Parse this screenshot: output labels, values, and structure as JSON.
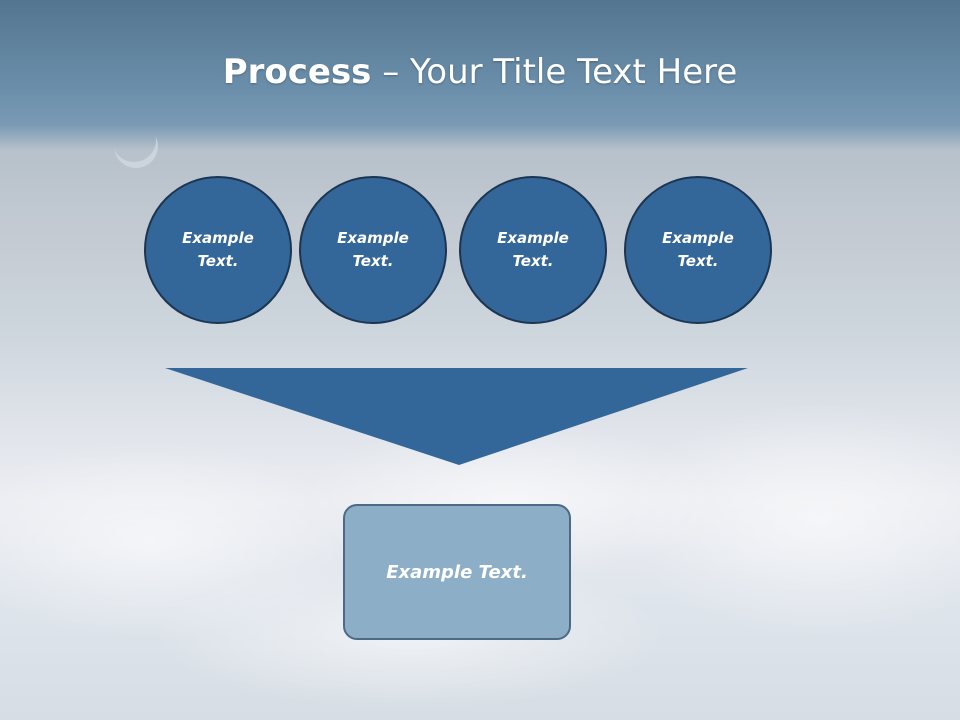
{
  "slide": {
    "title_bold": "Process",
    "title_rest": " – Your Title Text Here"
  },
  "process_steps": [
    {
      "label": "Example Text."
    },
    {
      "label": "Example Text."
    },
    {
      "label": "Example Text."
    },
    {
      "label": "Example Text."
    }
  ],
  "result": {
    "label": "Example Text."
  },
  "colors": {
    "step_fill": "#336699",
    "step_border": "#1c3651",
    "funnel_fill": "#336699",
    "result_fill": "#8caec6",
    "result_border": "#4c6a88"
  }
}
